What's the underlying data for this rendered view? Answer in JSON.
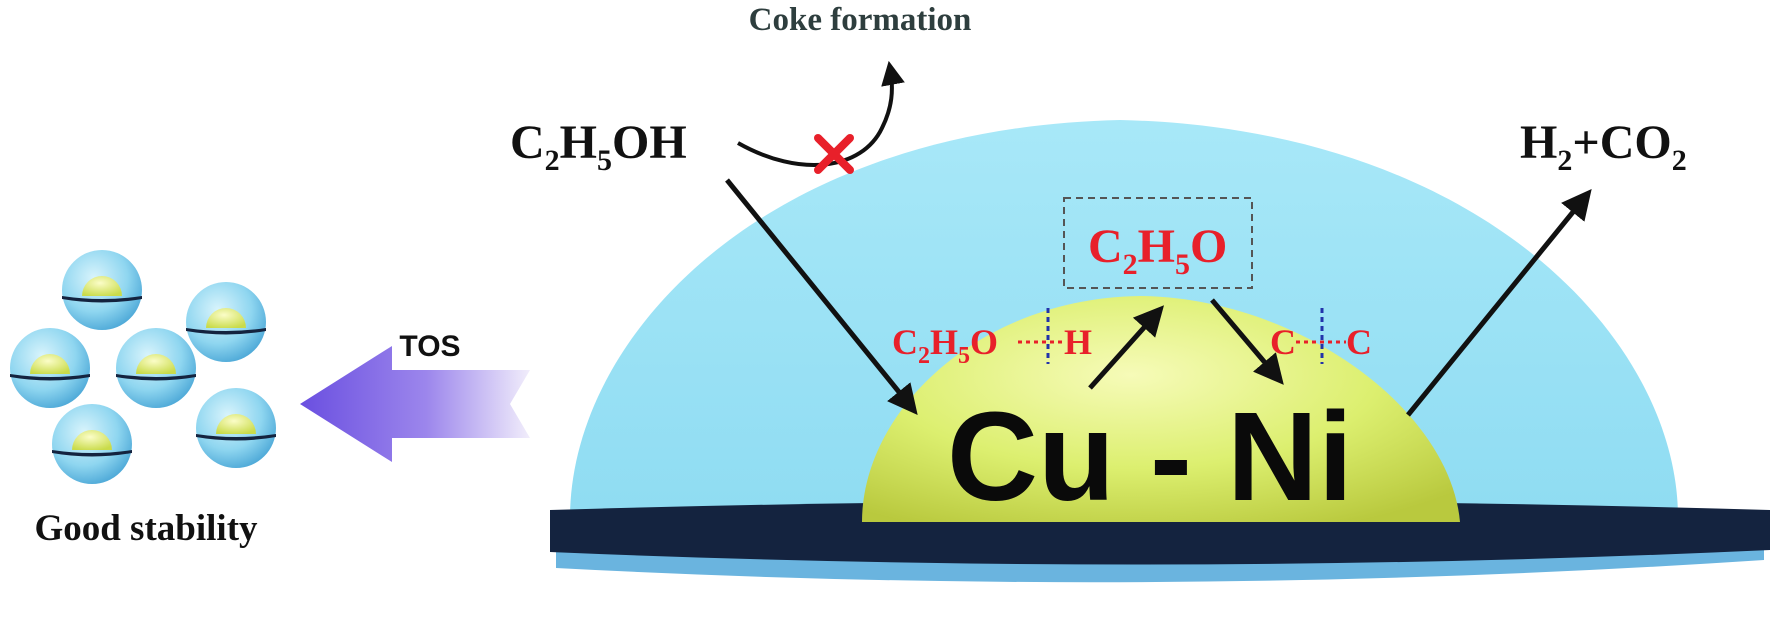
{
  "labels": {
    "coke_formation": "Coke formation",
    "good_stability": "Good stability",
    "tos": "TOS",
    "catalyst": "Cu - Ni"
  },
  "formulas": {
    "ethanol": {
      "a": "C",
      "a_sub": "2",
      "b": "H",
      "b_sub": "5",
      "c": "OH"
    },
    "products": {
      "a": "H",
      "a_sub": "2",
      "b": "+CO",
      "b_sub": "2"
    },
    "ethoxy": {
      "a": "C",
      "a_sub": "2",
      "b": "H",
      "b_sub": "5",
      "c": "O"
    },
    "oh_bond": {
      "a": "C",
      "a_sub": "2",
      "b": "H",
      "b_sub": "5",
      "c": "O",
      "d": "H"
    },
    "cc_bond": {
      "left": "C",
      "right": "C"
    }
  },
  "colors": {
    "shell": "#9fe3f5",
    "core": "#dff07a",
    "support": "#14233f",
    "support_edge": "#5fa8d8",
    "red": "#e8202a",
    "tos_arrow": "#7b5fe0"
  },
  "icons": {
    "blocked": "red-x-icon"
  }
}
